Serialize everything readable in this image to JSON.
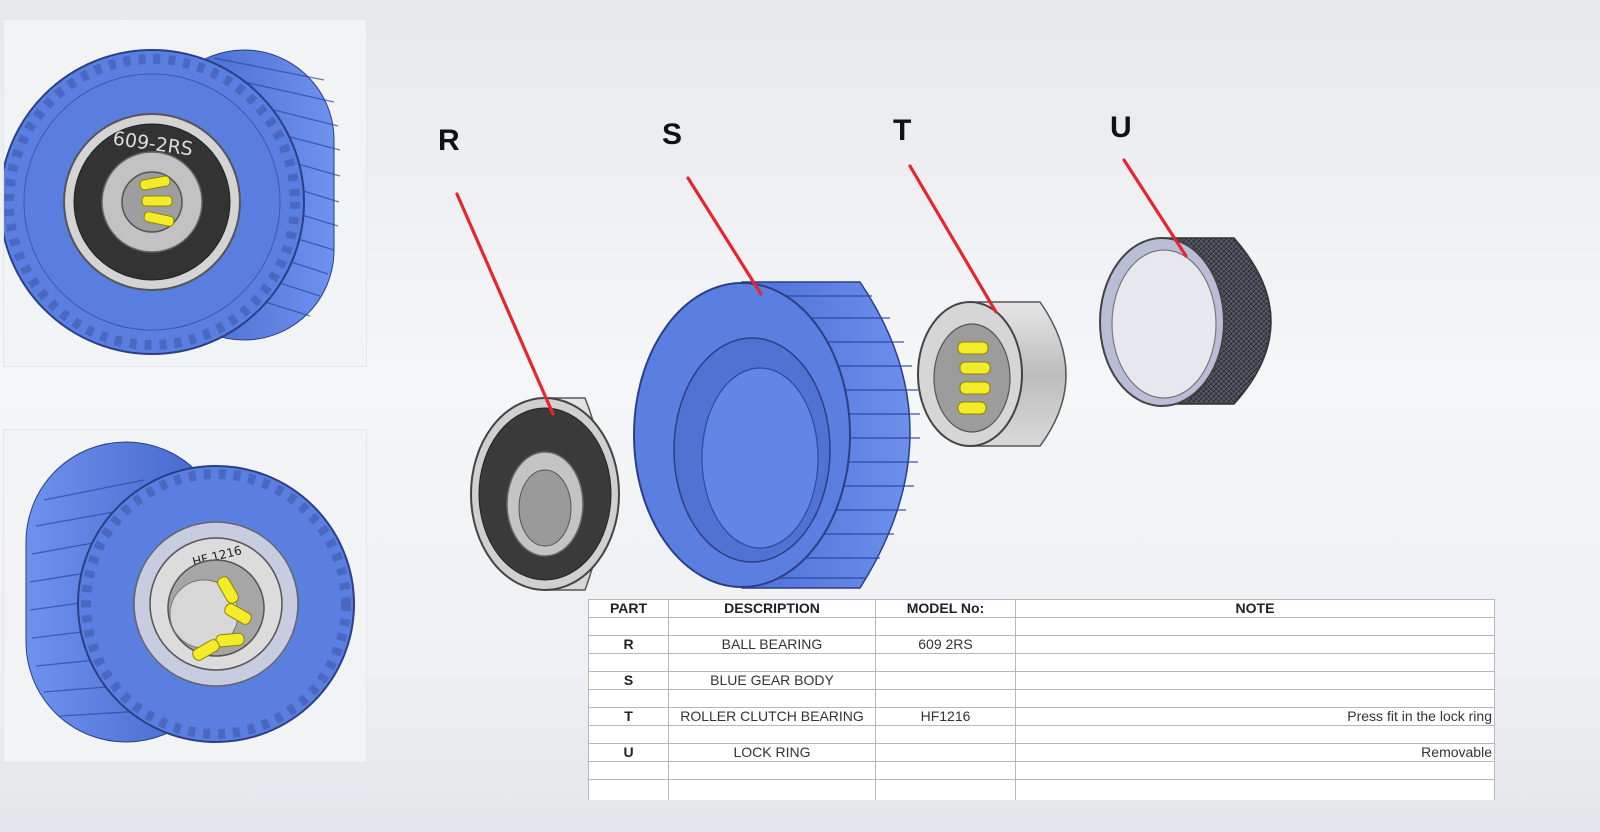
{
  "views": {
    "front": {
      "bearing_marking": "609-2RS"
    },
    "back": {
      "bearing_marking": "HF 1216"
    }
  },
  "callouts": [
    {
      "label": "R"
    },
    {
      "label": "S"
    },
    {
      "label": "T"
    },
    {
      "label": "U"
    }
  ],
  "parts_table": {
    "headers": [
      "PART",
      "DESCRIPTION",
      "MODEL No:",
      "NOTE"
    ],
    "rows": [
      {
        "part": "R",
        "description": "BALL BEARING",
        "model": "609 2RS",
        "note": ""
      },
      {
        "part": "S",
        "description": "BLUE GEAR BODY",
        "model": "",
        "note": ""
      },
      {
        "part": "T",
        "description": "ROLLER CLUTCH BEARING",
        "model": "HF1216",
        "note": "Press fit in the lock ring"
      },
      {
        "part": "U",
        "description": "LOCK RING",
        "model": "",
        "note": "Removable"
      }
    ]
  },
  "colors": {
    "gear_blue": "#5b7fe0",
    "leader_red": "#e8242c",
    "roller_yellow": "#f4ec2a",
    "steel_grey": "#c9c9c9",
    "seal_black": "#333333"
  }
}
